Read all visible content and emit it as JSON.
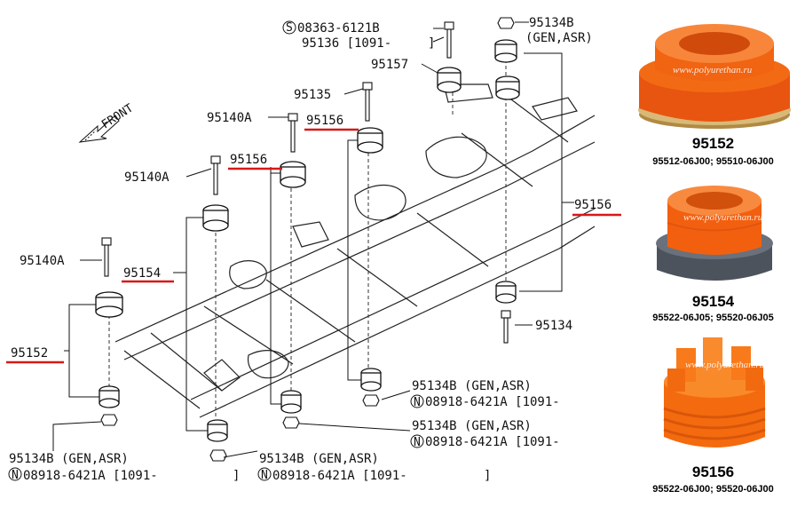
{
  "diagram": {
    "front_label": "FRONT",
    "part_top_bolt": "08363-6121B",
    "part_top_bolt_s": "S",
    "part_95136": "95136 [1091-",
    "part_95136_end": "]",
    "part_95157": "95157",
    "part_95135": "95135",
    "part_95140a_1": "95140A",
    "part_95156_a": "95156",
    "part_95156_b": "95156",
    "part_95140a_2": "95140A",
    "part_95140a_3": "95140A",
    "part_95154": "95154",
    "part_95152": "95152",
    "part_95134b_top": "95134B",
    "gen_asr_top": "(GEN,ASR)",
    "part_95156_right": "95156",
    "part_95134_right": "95134",
    "part_95134b_m1": "95134B (GEN,ASR)",
    "part_n_m1": "08918-6421A [1091-",
    "part_95134b_m2": "95134B (GEN,ASR)",
    "part_n_m2": "08918-6421A [1091-",
    "part_95134b_bl": "95134B (GEN,ASR)",
    "part_n_bl": "08918-6421A [1091-",
    "part_n_bl_end": "]",
    "part_95134b_bm": "95134B (GEN,ASR)",
    "part_n_bm": "08918-6421A [1091-",
    "part_n_bm_end": "]",
    "n_mark": "N"
  },
  "photos": [
    {
      "name": "95152",
      "numbers": "95512-06J00; 95510-06J00",
      "watermark": "www.polyurethan.ru",
      "color": "#f25a12"
    },
    {
      "name": "95154",
      "numbers": "95522-06J05; 95520-06J05",
      "watermark": "www.polyurethan.ru",
      "color": "#f5661a"
    },
    {
      "name": "95156",
      "numbers": "95522-06J00; 95520-06J00",
      "watermark": "www.polyurethan.ru",
      "color": "#f7780e"
    }
  ],
  "colors": {
    "underline": "#d81818",
    "bushing_orange": "#f36a14",
    "base_gray": "#5d6470",
    "base_gold": "#c9a55a"
  }
}
